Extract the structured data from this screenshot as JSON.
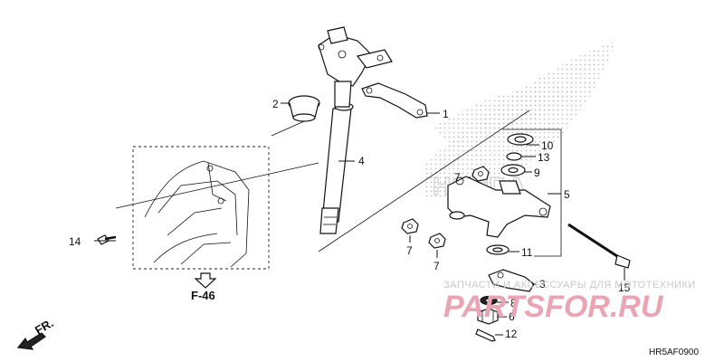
{
  "diagram": {
    "callouts": [
      "1",
      "2",
      "3",
      "4",
      "5",
      "6",
      "7",
      "7",
      "7",
      "8",
      "9",
      "10",
      "11",
      "12",
      "13",
      "14",
      "15"
    ],
    "reference_label": "F-46",
    "direction_label": "FR.",
    "diagram_code": "HR5AF0900",
    "watermark": {
      "text": "ЗАПЧАСТИ И АКСЕССУАРЫ ДЛЯ МОТОТЕХНИКИ",
      "logo": "PARTSFOR.RU"
    },
    "colors": {
      "line": "#111111",
      "halftone": "#bdbdbd",
      "watermark_logo": "#e9a5b3"
    }
  }
}
